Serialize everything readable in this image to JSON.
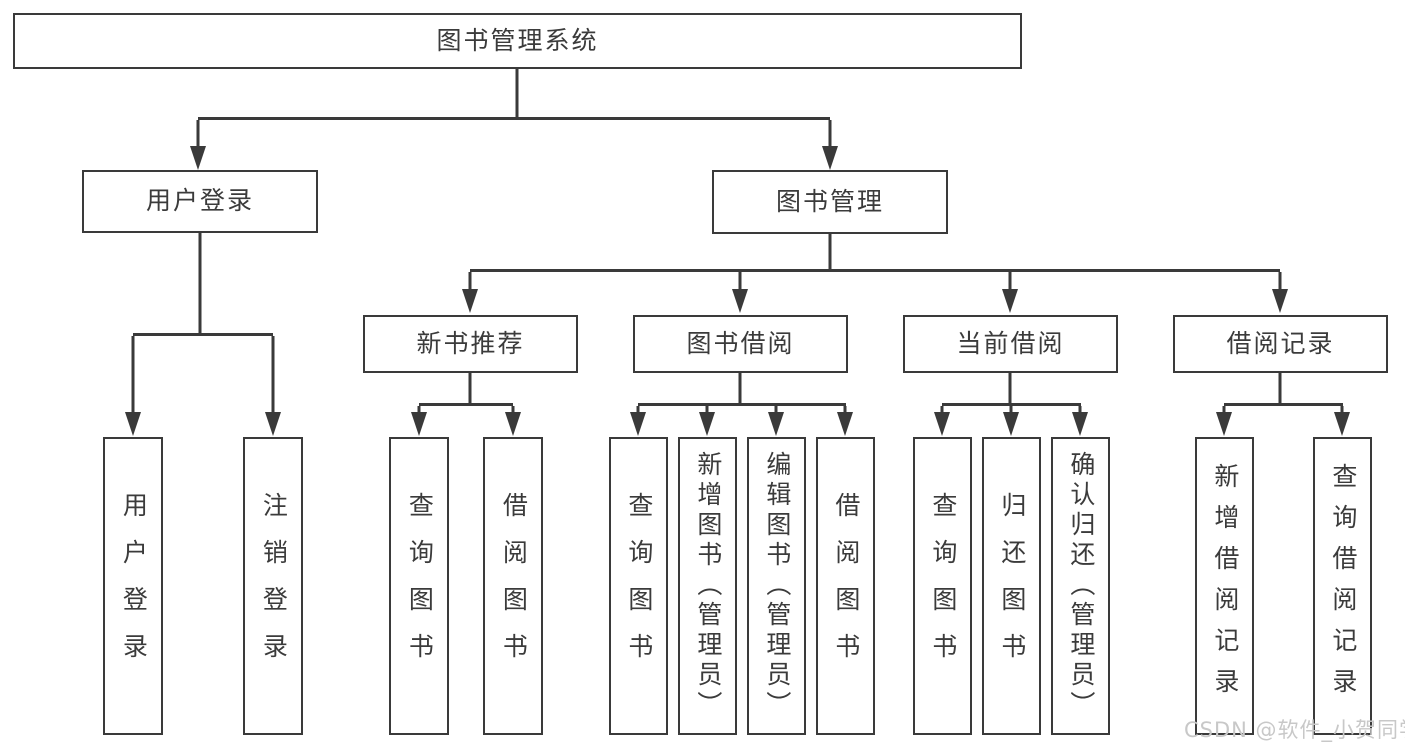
{
  "diagram": {
    "type": "hierarchy-tree",
    "colors": {
      "line": "#3a3a3a",
      "text": "#3b3b3b",
      "background": "#ffffff",
      "watermark": "#c8c8c8"
    },
    "nodes": {
      "root": "图书管理系统",
      "level2": {
        "user_login": "用户登录",
        "book_mgmt": "图书管理"
      },
      "level3": {
        "new_books": "新书推荐",
        "book_borrow": "图书借阅",
        "current_borrow": "当前借阅",
        "borrow_history": "借阅记录"
      },
      "level4": {
        "user_login_children": [
          "用户登录",
          "注销登录"
        ],
        "new_books_children": [
          "查询图书",
          "借阅图书"
        ],
        "book_borrow_children": [
          "查询图书",
          "新增图书（管理员）",
          "编辑图书（管理员）",
          "借阅图书"
        ],
        "current_borrow_children": [
          "查询图书",
          "归还图书",
          "确认归还（管理员）"
        ],
        "borrow_history_children": [
          "新增借阅记录",
          "查询借阅记录"
        ]
      }
    },
    "watermark": "CSDN @软件_小贺同学"
  }
}
